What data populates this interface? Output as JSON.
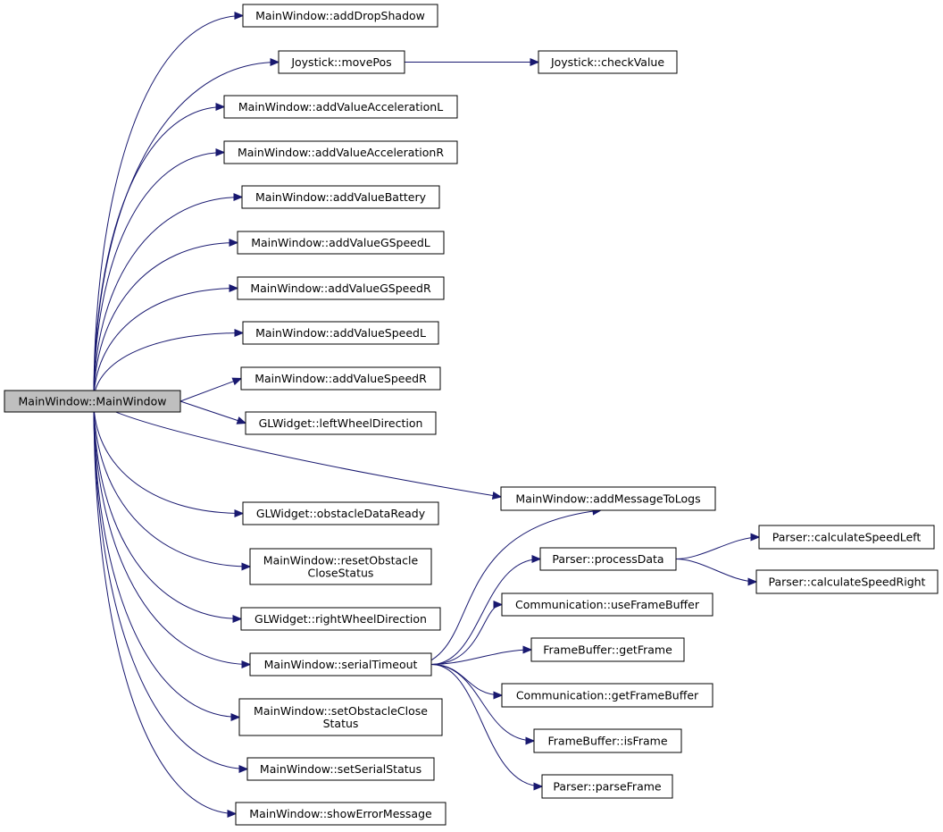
{
  "graph": {
    "nodes": [
      {
        "id": "n0",
        "lines": [
          "MainWindow::MainWindow"
        ]
      },
      {
        "id": "n1",
        "lines": [
          "MainWindow::addDropShadow"
        ]
      },
      {
        "id": "n2",
        "lines": [
          "Joystick::movePos"
        ]
      },
      {
        "id": "n3",
        "lines": [
          "Joystick::checkValue"
        ]
      },
      {
        "id": "n4",
        "lines": [
          "MainWindow::addValueAccelerationL"
        ]
      },
      {
        "id": "n5",
        "lines": [
          "MainWindow::addValueAccelerationR"
        ]
      },
      {
        "id": "n6",
        "lines": [
          "MainWindow::addValueBattery"
        ]
      },
      {
        "id": "n7",
        "lines": [
          "MainWindow::addValueGSpeedL"
        ]
      },
      {
        "id": "n8",
        "lines": [
          "MainWindow::addValueGSpeedR"
        ]
      },
      {
        "id": "n9",
        "lines": [
          "MainWindow::addValueSpeedL"
        ]
      },
      {
        "id": "n10",
        "lines": [
          "MainWindow::addValueSpeedR"
        ]
      },
      {
        "id": "n11",
        "lines": [
          "GLWidget::leftWheelDirection"
        ]
      },
      {
        "id": "n12",
        "lines": [
          "MainWindow::addMessageToLogs"
        ]
      },
      {
        "id": "n13",
        "lines": [
          "GLWidget::obstacleDataReady"
        ]
      },
      {
        "id": "n14",
        "lines": [
          "MainWindow::resetObstacle",
          "CloseStatus"
        ]
      },
      {
        "id": "n15",
        "lines": [
          "GLWidget::rightWheelDirection"
        ]
      },
      {
        "id": "n16",
        "lines": [
          "MainWindow::serialTimeout"
        ]
      },
      {
        "id": "n17",
        "lines": [
          "MainWindow::setObstacleClose",
          "Status"
        ]
      },
      {
        "id": "n18",
        "lines": [
          "MainWindow::setSerialStatus"
        ]
      },
      {
        "id": "n19",
        "lines": [
          "MainWindow::showErrorMessage"
        ]
      },
      {
        "id": "n20",
        "lines": [
          "Parser::processData"
        ]
      },
      {
        "id": "n21",
        "lines": [
          "Parser::calculateSpeedLeft"
        ]
      },
      {
        "id": "n22",
        "lines": [
          "Parser::calculateSpeedRight"
        ]
      },
      {
        "id": "n23",
        "lines": [
          "Communication::useFrameBuffer"
        ]
      },
      {
        "id": "n24",
        "lines": [
          "FrameBuffer::getFrame"
        ]
      },
      {
        "id": "n25",
        "lines": [
          "Communication::getFrameBuffer"
        ]
      },
      {
        "id": "n26",
        "lines": [
          "FrameBuffer::isFrame"
        ]
      },
      {
        "id": "n27",
        "lines": [
          "Parser::parseFrame"
        ]
      }
    ],
    "edges": [
      [
        "n0",
        "n1"
      ],
      [
        "n0",
        "n2"
      ],
      [
        "n0",
        "n4"
      ],
      [
        "n0",
        "n5"
      ],
      [
        "n0",
        "n6"
      ],
      [
        "n0",
        "n7"
      ],
      [
        "n0",
        "n8"
      ],
      [
        "n0",
        "n9"
      ],
      [
        "n0",
        "n10"
      ],
      [
        "n0",
        "n11"
      ],
      [
        "n0",
        "n12"
      ],
      [
        "n0",
        "n13"
      ],
      [
        "n0",
        "n14"
      ],
      [
        "n0",
        "n15"
      ],
      [
        "n0",
        "n16"
      ],
      [
        "n0",
        "n17"
      ],
      [
        "n0",
        "n18"
      ],
      [
        "n0",
        "n19"
      ],
      [
        "n2",
        "n3"
      ],
      [
        "n16",
        "n12"
      ],
      [
        "n16",
        "n20"
      ],
      [
        "n16",
        "n23"
      ],
      [
        "n16",
        "n24"
      ],
      [
        "n16",
        "n25"
      ],
      [
        "n16",
        "n26"
      ],
      [
        "n16",
        "n27"
      ],
      [
        "n20",
        "n21"
      ],
      [
        "n20",
        "n22"
      ]
    ]
  }
}
